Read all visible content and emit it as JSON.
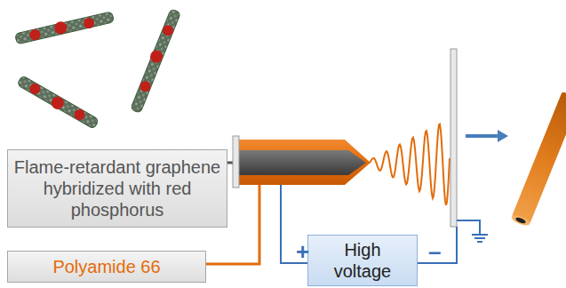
{
  "diagram": {
    "nodes": [
      {
        "text": [
          "Flame-retardant graphene hybridized with red phosphorus"
        ]
      },
      {
        "text": [
          "Polyamide 66"
        ]
      },
      {
        "text": [
          "High voltage"
        ]
      }
    ],
    "labels": [
      "+",
      "–"
    ]
  }
}
